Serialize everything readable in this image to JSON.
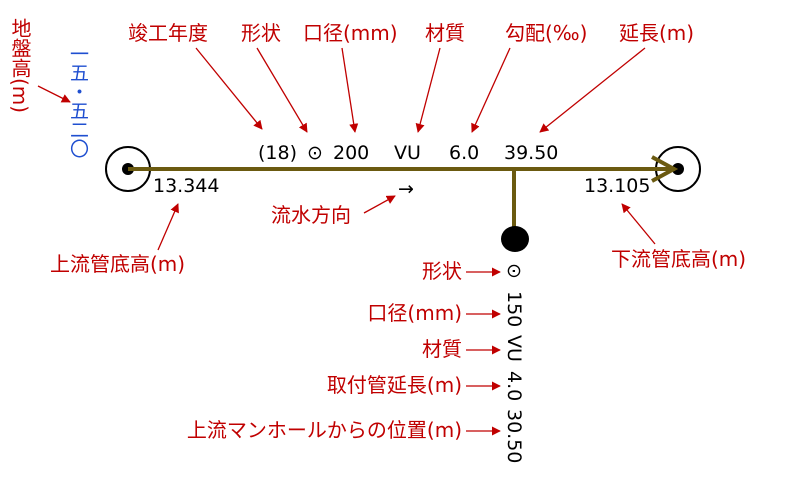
{
  "top_labels": {
    "completion_year": "竣工年度",
    "shape": "形状",
    "diameter": "口径(mm)",
    "material": "材質",
    "gradient": "勾配(‰)",
    "length": "延長(m)"
  },
  "main_pipe": {
    "year": "(18)",
    "shape_symbol": "⊙",
    "diameter": "200",
    "material": "VU",
    "gradient": "6.0",
    "length": "39.50"
  },
  "ground_level": {
    "label": "地盤高(m)",
    "value": "一五・五二〇"
  },
  "upstream_bottom": {
    "value": "13.344",
    "label": "上流管底高(m)"
  },
  "downstream_bottom": {
    "value": "13.105",
    "label": "下流管底高(m)"
  },
  "flow": {
    "label": "流水方向",
    "arrow": "→"
  },
  "branch_labels": {
    "shape": "形状",
    "diameter": "口径(mm)",
    "material": "材質",
    "length": "取付管延長(m)",
    "position": "上流マンホールからの位置(m)"
  },
  "branch_values": {
    "shape": "⊙",
    "diameter": "150",
    "material": "VU",
    "length": "4.0",
    "position": "30.50"
  },
  "colors": {
    "pipe": "#6b5a10",
    "label": "#c00000",
    "ground_value": "#1f4fd0"
  }
}
